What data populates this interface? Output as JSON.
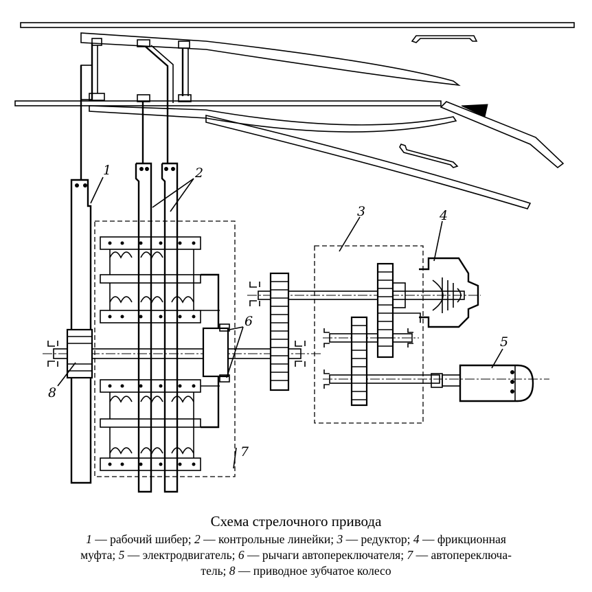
{
  "diagram": {
    "labels": [
      "1",
      "2",
      "3",
      "4",
      "5",
      "6",
      "7",
      "8"
    ]
  },
  "caption": {
    "title": "Схема стрелочного привода",
    "legend_lines": [
      [
        {
          "n": "1",
          "t": " — рабочий шибер; "
        },
        {
          "n": "2",
          "t": " — контрольные линейки; "
        },
        {
          "n": "3",
          "t": " — редуктор; "
        },
        {
          "n": "4",
          "t": " — фрикционная"
        }
      ],
      [
        {
          "n": "",
          "t": "муфта; "
        },
        {
          "n": "5",
          "t": " — электродвигатель; "
        },
        {
          "n": "6",
          "t": " — рычаги автопереключателя; "
        },
        {
          "n": "7",
          "t": " — автопереключа-"
        }
      ],
      [
        {
          "n": "",
          "t": "тель; "
        },
        {
          "n": "8",
          "t": " — приводное зубчатое колесо"
        }
      ]
    ]
  }
}
